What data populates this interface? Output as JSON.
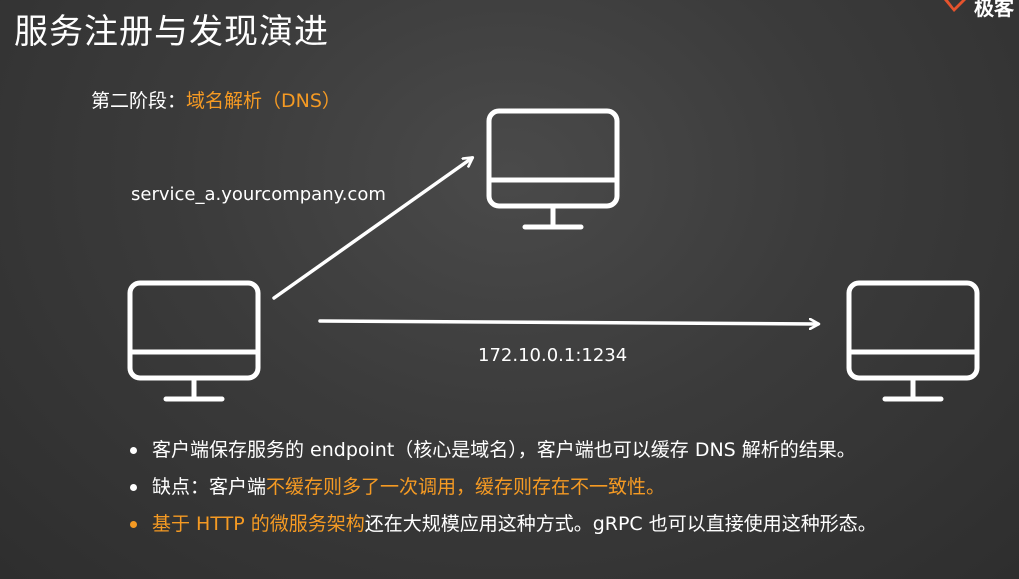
{
  "slide": {
    "title": "服务注册与发现演进",
    "logo_text": "极客",
    "stage_prefix": "第二阶段：",
    "stage_name": "域名解析（DNS）"
  },
  "diagram": {
    "domain_label": "service_a.yourcompany.com",
    "ip_label": "172.10.0.1:1234",
    "icons": [
      "monitor-icon",
      "monitor-icon",
      "monitor-icon"
    ]
  },
  "bullets": [
    {
      "text": "客户端保存服务的 endpoint（核心是域名），客户端也可以缓存 DNS 解析的结果。"
    },
    {
      "prefix": "缺点：客户端",
      "highlight": "不缓存则多了一次调用，缓存则存在不一致性。"
    },
    {
      "highlight": "基于 HTTP 的微服务架构",
      "suffix": "还在大规模应用这种方式。gRPC 也可以直接使用这种形态。"
    }
  ],
  "colors": {
    "accent": "#f59a23",
    "background": "#3b3b3b",
    "foreground": "#ffffff"
  }
}
